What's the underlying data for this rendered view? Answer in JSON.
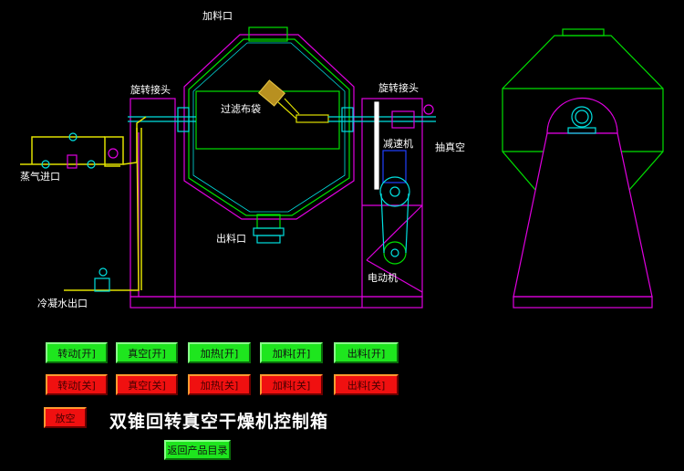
{
  "labels": {
    "feed_port": "加料口",
    "rotary_joint_left": "旋转接头",
    "rotary_joint_right": "旋转接头",
    "filter_bag": "过滤布袋",
    "reducer": "减速机",
    "vacuum": "抽真空",
    "steam_inlet": "蒸气进口",
    "discharge_port": "出料口",
    "motor": "电动机",
    "condensate_outlet": "冷凝水出口"
  },
  "buttons_on": [
    "转动[开]",
    "真空[开]",
    "加热[开]",
    "加料[开]",
    "出料[开]"
  ],
  "buttons_off": [
    "转动[关]",
    "真空[关]",
    "加热[关]",
    "加料[关]",
    "出料[关]"
  ],
  "vent_button": "放空",
  "title": "双锥回转真空干燥机控制箱",
  "back_button": "返回产品目录",
  "colors": {
    "green": "#00e000",
    "magenta": "#e000e0",
    "cyan": "#00e0e0",
    "yellow": "#e0e000"
  }
}
